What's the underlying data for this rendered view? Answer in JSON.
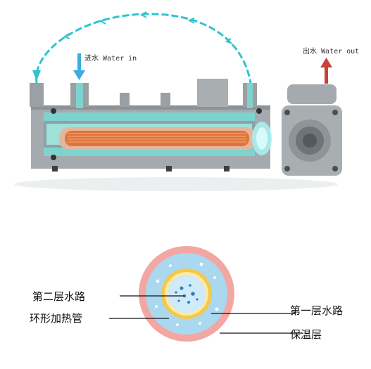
{
  "top_labels": {
    "water_in": "进水 Water in",
    "water_out": "出水 Water out"
  },
  "cross_section_labels": {
    "second_water_path": "第二层水路",
    "ring_heating_tube": "环形加热管",
    "first_water_path": "第一层水路",
    "insulation_layer": "保温层"
  },
  "colors": {
    "flow_arrow": "#2ec4cf",
    "arrow_in": "#3aaee0",
    "arrow_out": "#d9534f",
    "housing": "#9aa0a4",
    "water": "#7fd3cf",
    "heater": "#e0743a",
    "insulation": "#f3a7a2",
    "water_ring": "#a9d8ef",
    "heater_ring": "#f2c94c"
  },
  "icons": {
    "flow_loop": "circulation-arrow-loop-icon",
    "in_arrow": "down-arrow-icon",
    "out_arrow": "up-arrow-icon"
  }
}
